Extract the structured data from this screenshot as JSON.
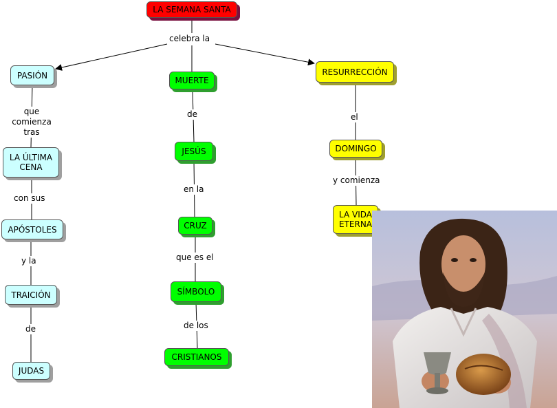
{
  "nodes": {
    "semana": "LA SEMANA SANTA",
    "pasion": "PASIÓN",
    "ultima_cena": "LA ÚLTIMA CENA",
    "apostoles": "APÓSTOLES",
    "traicion": "TRAICIÓN",
    "judas": "JUDAS",
    "muerte": "MUERTE",
    "jesus": "JESÚS",
    "cruz": "CRUZ",
    "simbolo": "SÍMBOLO",
    "cristianos": "CRISTIANOS",
    "resurreccion": "RESURRECCIÓN",
    "domingo": "DOMINGO",
    "vida_eterna": "LA VIDA ETERNA"
  },
  "links": {
    "celebra": "celebra la",
    "que_comienza": "que comienza tras",
    "con_sus": "con sus",
    "y_la": "y la",
    "de_judas": "de",
    "de_jesus": "de",
    "en_la": "en la",
    "que_es_el": "que es el",
    "de_los": "de los",
    "el": "el",
    "y_comienza": "y comienza"
  },
  "colors": {
    "root": "#ff0000",
    "left_branch": "#ccffff",
    "middle_branch": "#00ff00",
    "right_branch": "#ffff00"
  }
}
